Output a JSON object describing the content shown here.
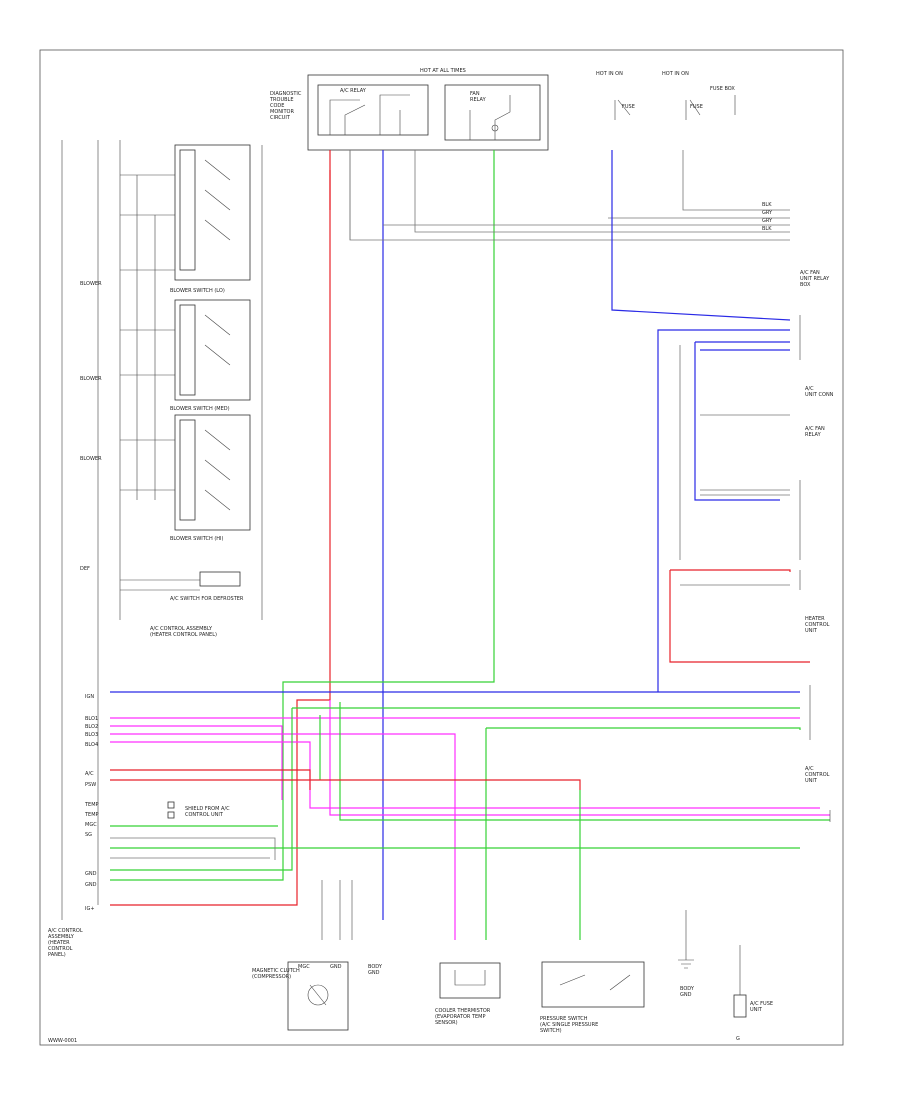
{
  "diagram": {
    "footer_code": "WWW-0001",
    "colors": {
      "red": "#e8222a",
      "blue": "#2a2ae6",
      "green": "#36d236",
      "magenta": "#ff30ff",
      "gray": "#888888",
      "black": "#333333"
    },
    "components": {
      "ac_control_assembly": "A/C CONTROL ASSEMBLY (HEATER CONTROL PANEL)",
      "blower_switch_1": "BLOWER SWITCH (LO)",
      "blower_switch_2": "BLOWER SWITCH (MED)",
      "blower_switch_3": "BLOWER SWITCH (HI)",
      "ac_switch": "A/C SWITCH FOR DEFROSTER",
      "hvac_unit": "HEATER CONTROL UNIT",
      "pressure_switch": "PRESSURE SWITCH (A/C SINGLE PRESSURE SWITCH)",
      "evap_sensor": "COOLER THERMISTOR (EVAPORATOR TEMP SENSOR)",
      "clutch": "MAGNETIC CLUTCH (COMPRESSOR)",
      "ground": "G"
    }
  }
}
